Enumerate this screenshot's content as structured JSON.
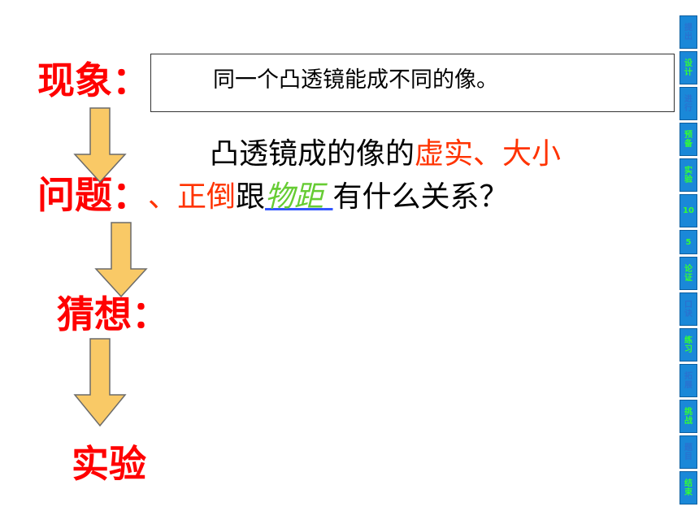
{
  "labels": {
    "phenomenon": "现象：",
    "question": "问题：",
    "hypothesis": "猜想：",
    "experiment": "实验"
  },
  "phenomenon_text": "同一个凸透镜能成不同的像。",
  "question_text": {
    "line1_a": "凸透镜成的像的",
    "line1_b": "虚实、大小",
    "line2_a": "、正倒",
    "line2_b": "跟",
    "line2_c": "物距",
    "line2_d": "有什么关系？"
  },
  "sidebar": [
    {
      "label": "提出",
      "dim": true
    },
    {
      "label": "设计",
      "dim": false
    },
    {
      "label": "进行",
      "dim": true
    },
    {
      "label": "预备",
      "dim": false
    },
    {
      "label": "实验",
      "dim": false
    },
    {
      "label": "10",
      "dim": false
    },
    {
      "label": "5",
      "dim": false
    },
    {
      "label": "论证",
      "dim": false
    },
    {
      "label": "口诀",
      "dim": true
    },
    {
      "label": "练习",
      "dim": false
    },
    {
      "label": "拓展",
      "dim": true
    },
    {
      "label": "挑战",
      "dim": false
    },
    {
      "label": "题目",
      "dim": true
    },
    {
      "label": "结束",
      "dim": false
    }
  ],
  "colors": {
    "label_red": "#ff0000",
    "highlight_red": "#ff3300",
    "highlight_green": "#66cc33",
    "arrow_fill": "#f9c966",
    "sidebar_bg": "#1a88d8",
    "sidebar_text": "#33ff33"
  }
}
